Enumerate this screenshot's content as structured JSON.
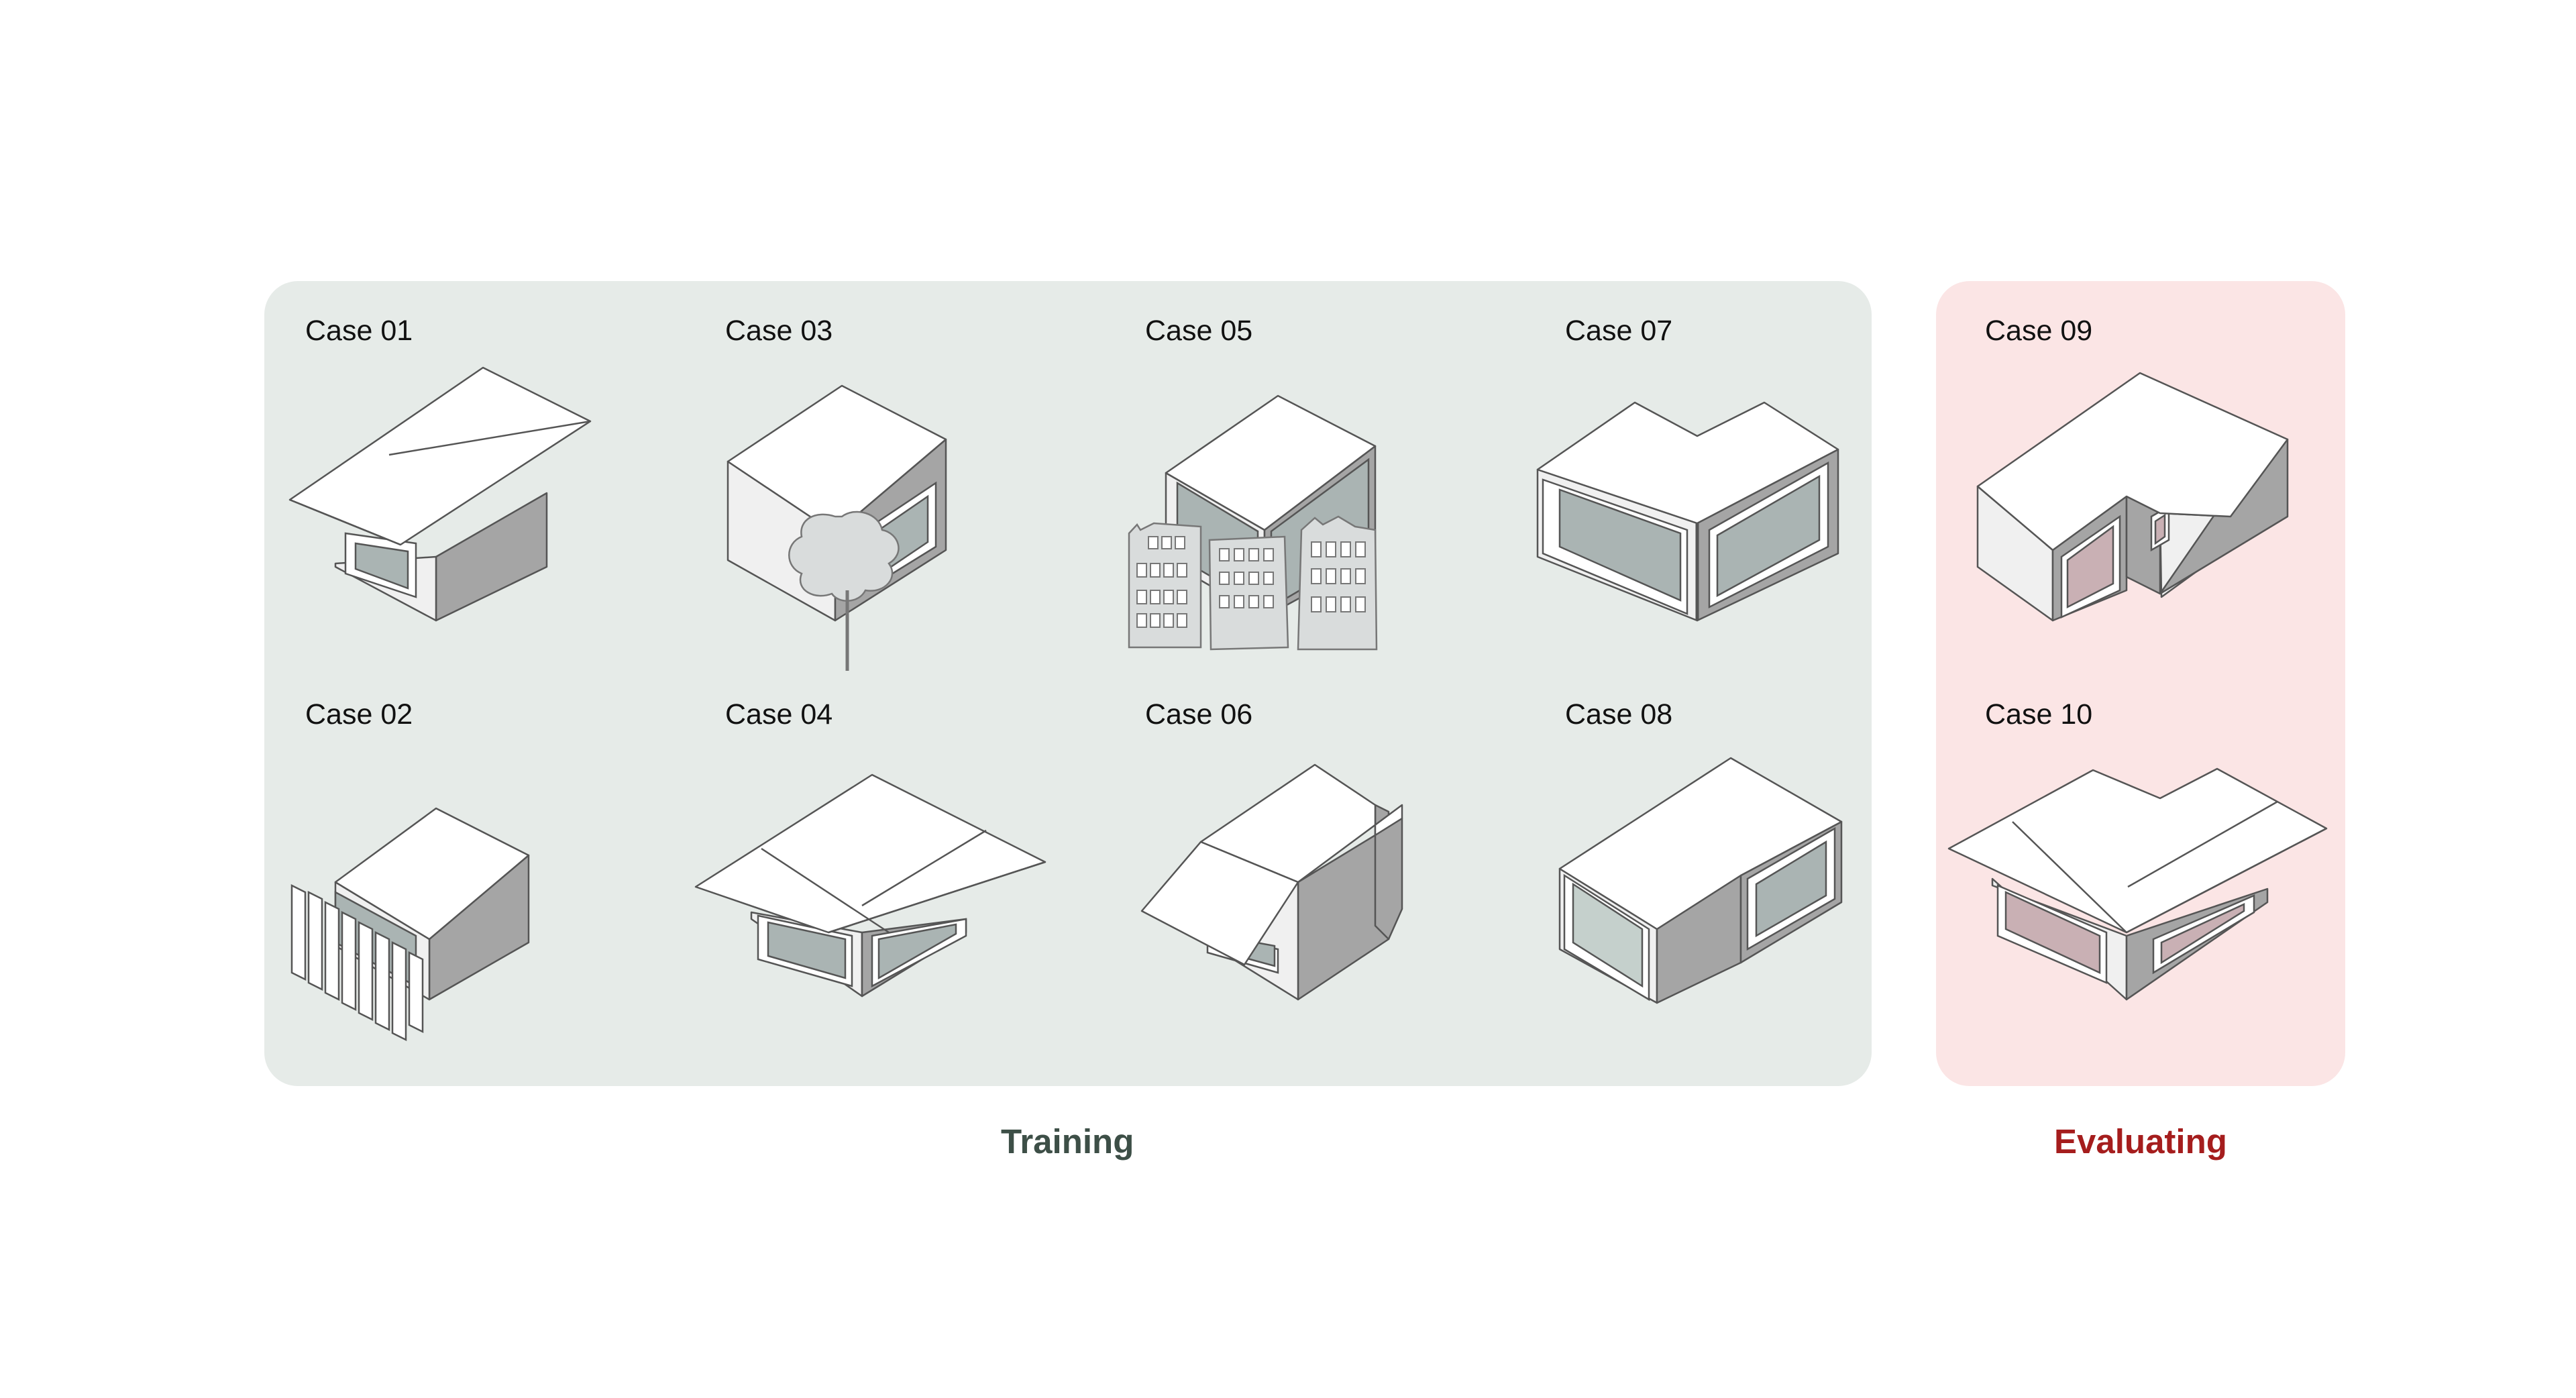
{
  "cases": [
    {
      "id": "case01",
      "label": "Case 01"
    },
    {
      "id": "case02",
      "label": "Case 02"
    },
    {
      "id": "case03",
      "label": "Case 03"
    },
    {
      "id": "case04",
      "label": "Case 04"
    },
    {
      "id": "case05",
      "label": "Case 05"
    },
    {
      "id": "case06",
      "label": "Case 06"
    },
    {
      "id": "case07",
      "label": "Case 07"
    },
    {
      "id": "case08",
      "label": "Case 08"
    },
    {
      "id": "case09",
      "label": "Case 09"
    },
    {
      "id": "case10",
      "label": "Case 10"
    }
  ],
  "groups": {
    "training": {
      "label": "Training",
      "color": "#3d4f47",
      "background": "#e6ebe8"
    },
    "evaluating": {
      "label": "Evaluating",
      "color": "#a51d1d",
      "background": "#fbe5e5"
    }
  },
  "colors": {
    "top_face": "#ffffff",
    "left_face": "#f0f0f0",
    "right_face": "#a5a5a5",
    "glass_training": "#aab4b3",
    "glass_evaluating": "#c9b0b4",
    "context_objects": "#d9dcdc",
    "outline": "#555555"
  }
}
